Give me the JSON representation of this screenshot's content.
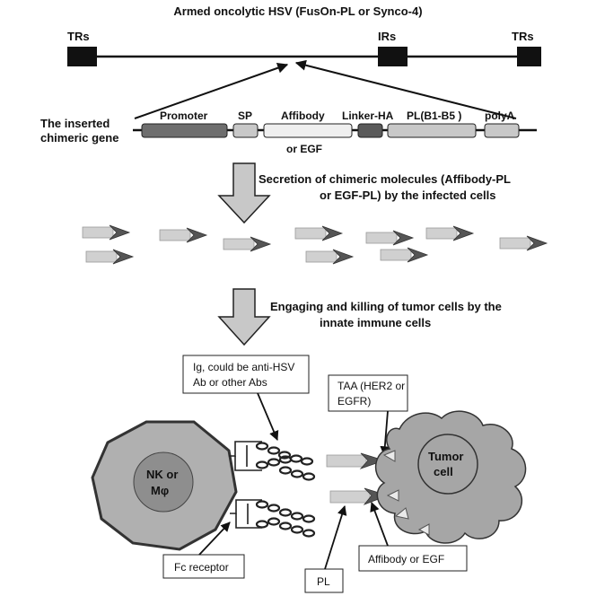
{
  "title": "Armed oncolytic HSV (FusOn-PL or Synco-4)",
  "genome": {
    "left_repeat": "TRs",
    "middle_repeat": "IRs",
    "right_repeat": "TRs"
  },
  "insert": {
    "label_line1": "The inserted",
    "label_line2": "chimeric gene",
    "segments": {
      "promoter": "Promoter",
      "sp": "SP",
      "affibody": "Affibody",
      "affibody_alt": "or EGF",
      "linker": "Linker-HA",
      "pl": "PL(B1-B5 )",
      "polya": "polyA"
    }
  },
  "step1": {
    "line1": "Secretion of chimeric molecules (Affibody-PL",
    "line2": "or EGF-PL) by the infected cells"
  },
  "step2": {
    "line1": "Engaging and killing of tumor cells by the",
    "line2": "innate immune cells"
  },
  "callouts": {
    "ig_line1": "Ig, could be anti-HSV",
    "ig_line2": "Ab or other Abs",
    "taa_line1": "TAA (HER2 or",
    "taa_line2": "EGFR)",
    "fc_receptor": "Fc receptor",
    "pl": "PL",
    "affibody_egf": "Affibody or EGF"
  },
  "cells": {
    "nk_line1": "NK or",
    "nk_line2": "Mφ",
    "tumor_line1": "Tumor",
    "tumor_line2": "cell"
  },
  "colors": {
    "genome": "#111111",
    "promoter": "#6e6e6e",
    "sp_pl_polya": "#c8c8c8",
    "affibody": "#efefef",
    "linker": "#5a5a5a",
    "arrow_fill": "#c8c8c8",
    "molecule_body": "#d0d0d0",
    "molecule_head": "#555555",
    "nk_outer": "#b0b0b0",
    "nk_inner": "#8e8e8e",
    "tumor": "#a6a6a6"
  }
}
